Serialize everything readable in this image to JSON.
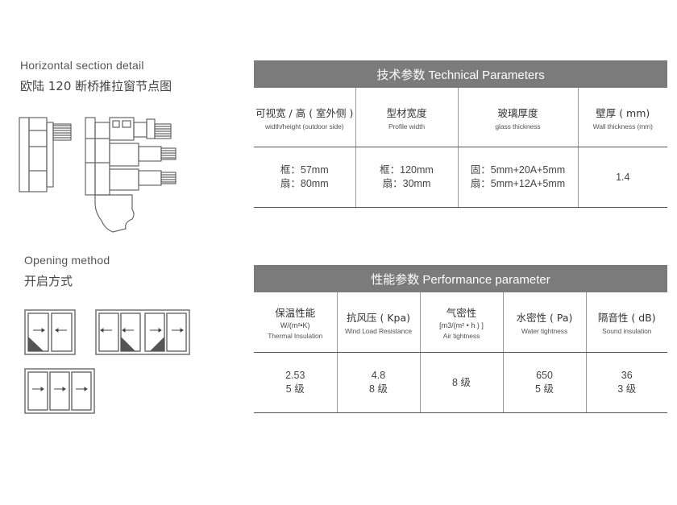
{
  "section_detail": {
    "title_en": "Horizontal section detail",
    "title_cn": "欧陆 120 断桥推拉窗节点图"
  },
  "opening_method": {
    "title_en": "Opening method",
    "title_cn": "开启方式"
  },
  "technical": {
    "title": "技术参数 Technical Parameters",
    "columns": [
      {
        "cn": "可视宽 / 高 ( 室外侧 )",
        "en": "width/height (outdoor side)",
        "values": [
          "框：57mm",
          "扇：80mm"
        ]
      },
      {
        "cn": "型材宽度",
        "en": "Profile width",
        "values": [
          "框：120mm",
          "扇：30mm"
        ]
      },
      {
        "cn": "玻璃厚度",
        "en": "glass thickness",
        "values": [
          "固：5mm+20A+5mm",
          "扇：5mm+12A+5mm"
        ]
      },
      {
        "cn": "壁厚 ( mm)",
        "en": "Wall thickness (mm)",
        "values": [
          "1.4"
        ]
      }
    ]
  },
  "performance": {
    "title": "性能参数 Performance parameter",
    "columns": [
      {
        "cn": "保温性能",
        "unit": "W/(m²•K)",
        "en": "Thermal Insulation",
        "values": [
          "2.53",
          "5 级"
        ]
      },
      {
        "cn": "抗风压 ( Kpa)",
        "unit": "",
        "en": "Wind Load Resistance",
        "values": [
          "4.8",
          "8 级"
        ]
      },
      {
        "cn": "气密性",
        "unit": "[m3/(m² • h ) ]",
        "en": "Air tightness",
        "values": [
          "8 级"
        ]
      },
      {
        "cn": "水密性 ( Pa)",
        "unit": "",
        "en": "Water tightness",
        "values": [
          "650",
          "5 级"
        ]
      },
      {
        "cn": "隔音性 ( dB)",
        "unit": "",
        "en": "Sound insulation",
        "values": [
          "36",
          "3 级"
        ]
      }
    ]
  },
  "icons": [
    "section-profile-drawing",
    "window-2-panel-icon",
    "window-4-panel-icon",
    "window-3-panel-icon"
  ],
  "colors": {
    "header_bg": "#7b7b7b",
    "line": "#555555",
    "drawing": "#666666"
  }
}
